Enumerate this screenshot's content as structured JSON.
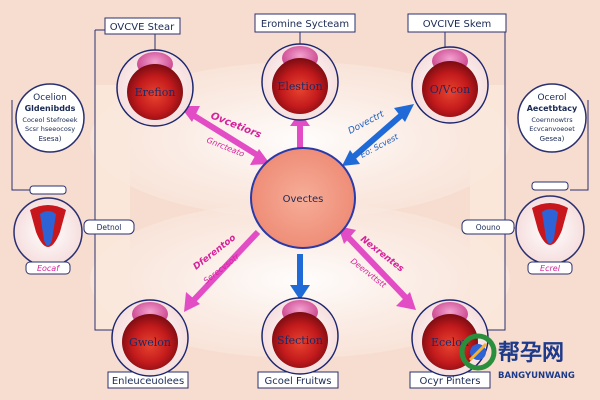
{
  "top_labels": {
    "left": "OVCVE Stear",
    "center": "Eromine Sycteam",
    "right": "OVCIVE Skem"
  },
  "bottom_labels": {
    "left": "Enleuceuolees",
    "center": "Gcoel Fruitws",
    "right": "Ocyr Pinters"
  },
  "nodes": {
    "top_left": "Erefion",
    "top_center": "Elestion",
    "top_right": "O/Vcon",
    "bottom_left": "Gwelon",
    "bottom_center": "Sfection",
    "bottom_right": "Ecelon",
    "center": "Ovectes"
  },
  "side_left": {
    "title": "Ocelion",
    "subtitle": "Gldenibdds",
    "lines": [
      "Coceol Stefroeek",
      "Scsr hseeocosy",
      "Esesa)"
    ],
    "organ_caption": "Eocaf",
    "tag": "Detnol"
  },
  "side_right": {
    "title": "Ocerol",
    "subtitle": "Aecetbtacy",
    "lines": [
      "Coernnowtrs",
      "Ecvcanvoeoet",
      "Gesea)"
    ],
    "organ_caption": "Ecrel",
    "tag": "Oouno"
  },
  "arrow_labels": {
    "top_left_a": "Ovcetiors",
    "top_left_b": "Gnrcteato",
    "top_right_a": "Dovectrt",
    "top_right_b": "Eo: Scvest",
    "bottom_left_a": "Dferentoo",
    "bottom_left_b": "Serecvsotr",
    "bottom_right_a": "Nexrentes",
    "bottom_right_b": "Deenvttstt"
  },
  "watermark": {
    "cn": "帮孕网",
    "en": "BANGYUNWANG"
  },
  "colors": {
    "background": "#f7ddd0",
    "center_fill": "#f39a86",
    "center_ring": "#2a3aa8",
    "node_red": "#c8171c",
    "node_ring": "#1c2670",
    "pink_arrow": "#e24cc4",
    "blue_arrow": "#1f6ad6"
  }
}
